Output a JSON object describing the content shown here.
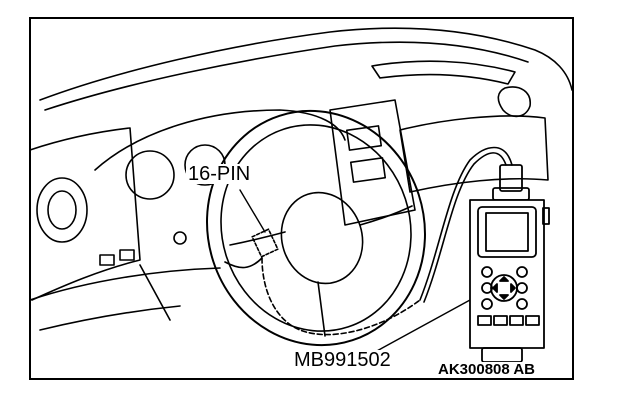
{
  "labels": {
    "connector": "16-PIN",
    "tool": "MB991502",
    "figure_id": "AK300808 AB"
  }
}
